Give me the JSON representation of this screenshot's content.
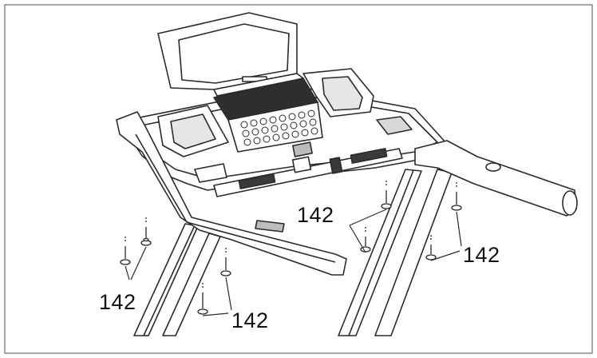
{
  "diagram": {
    "part_callout": "142",
    "callouts": [
      {
        "text": "142"
      },
      {
        "text": "142"
      },
      {
        "text": "142"
      },
      {
        "text": "142"
      }
    ],
    "colors": {
      "line": "#2a2a2a",
      "fill": "#ffffff",
      "dark": "#3a3a3a",
      "frame": "#888888"
    }
  }
}
